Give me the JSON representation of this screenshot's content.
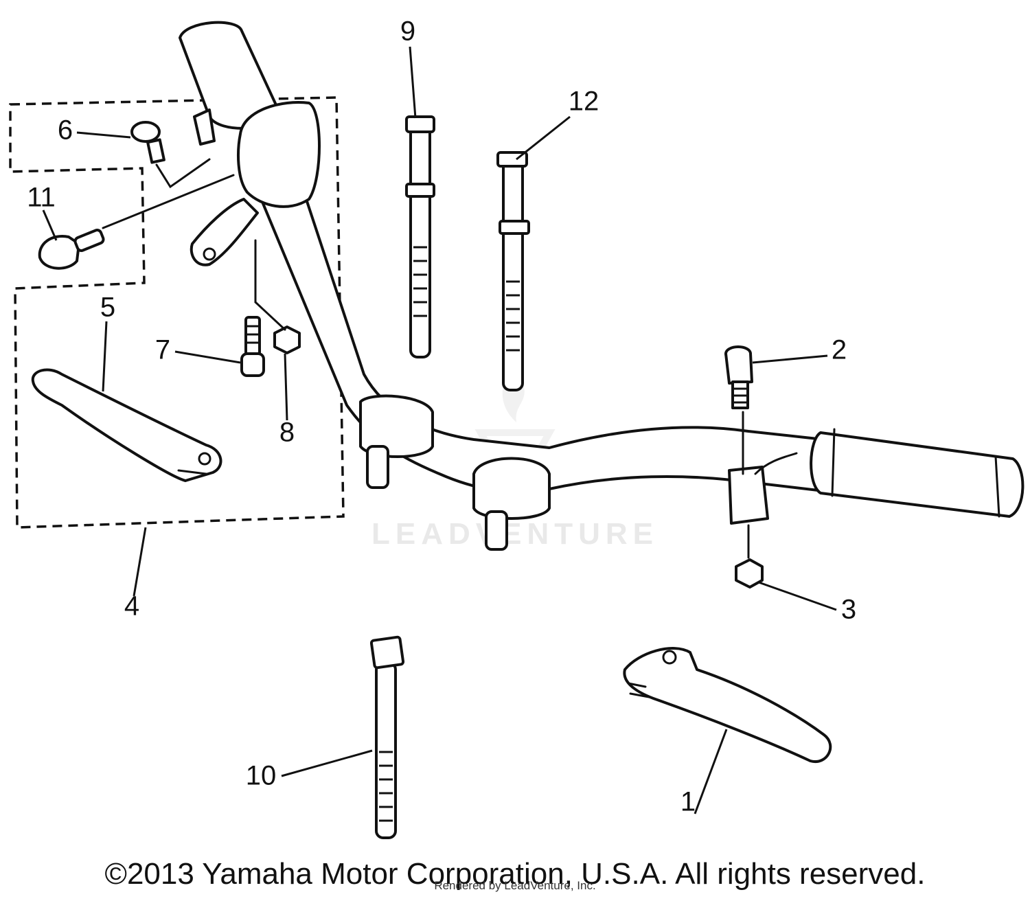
{
  "diagram": {
    "callouts": [
      "1",
      "2",
      "3",
      "4",
      "5",
      "6",
      "7",
      "8",
      "9",
      "10",
      "11",
      "12"
    ],
    "watermark": "LEADVENTURE"
  },
  "footer": {
    "copyright": "©2013 Yamaha Motor Corporation, U.S.A. All rights reserved.",
    "rendered_by": "Rendered by LeadVenture, Inc."
  }
}
